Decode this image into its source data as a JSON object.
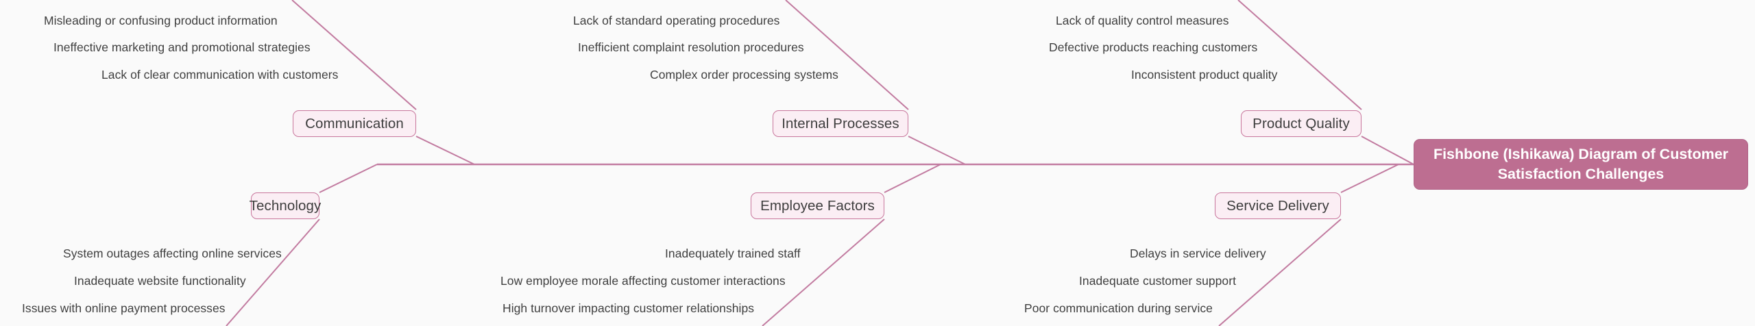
{
  "diagram": {
    "kind": "fishbone-ishikawa",
    "title_line_1": "Fishbone (Ishikawa) Diagram of Customer",
    "title_line_2": "Satisfaction Challenges",
    "colors": {
      "background": "#fafafa",
      "spine": "#c27ba0",
      "branch": "#c27ba0",
      "category_fill": "#fbeef4",
      "category_border": "#c8769c",
      "head_fill": "#bd6e91",
      "head_text": "#ffffff",
      "cause_text": "#3f3f3f"
    }
  },
  "chart_data": {
    "type": "diagram",
    "title": "Fishbone (Ishikawa) Diagram of Customer Satisfaction Challenges",
    "categories": [
      {
        "label": "Communication",
        "side": "top",
        "causes": [
          "Misleading or confusing product information",
          "Ineffective marketing and promotional strategies",
          "Lack of clear communication with customers"
        ]
      },
      {
        "label": "Internal Processes",
        "side": "top",
        "causes": [
          "Lack of standard operating procedures",
          "Inefficient complaint resolution procedures",
          "Complex order processing systems"
        ]
      },
      {
        "label": "Product Quality",
        "side": "top",
        "causes": [
          "Lack of quality control measures",
          "Defective products reaching customers",
          "Inconsistent product quality"
        ]
      },
      {
        "label": "Technology",
        "side": "bottom",
        "causes": [
          "System outages affecting online services",
          "Inadequate website functionality",
          "Issues with online payment processes"
        ]
      },
      {
        "label": "Employee Factors",
        "side": "bottom",
        "causes": [
          "Inadequately trained staff",
          "Low employee morale affecting customer interactions",
          "High turnover impacting customer relationships"
        ]
      },
      {
        "label": "Service Delivery",
        "side": "bottom",
        "causes": [
          "Delays in service delivery",
          "Inadequate customer support",
          "Poor communication during service"
        ]
      }
    ]
  }
}
